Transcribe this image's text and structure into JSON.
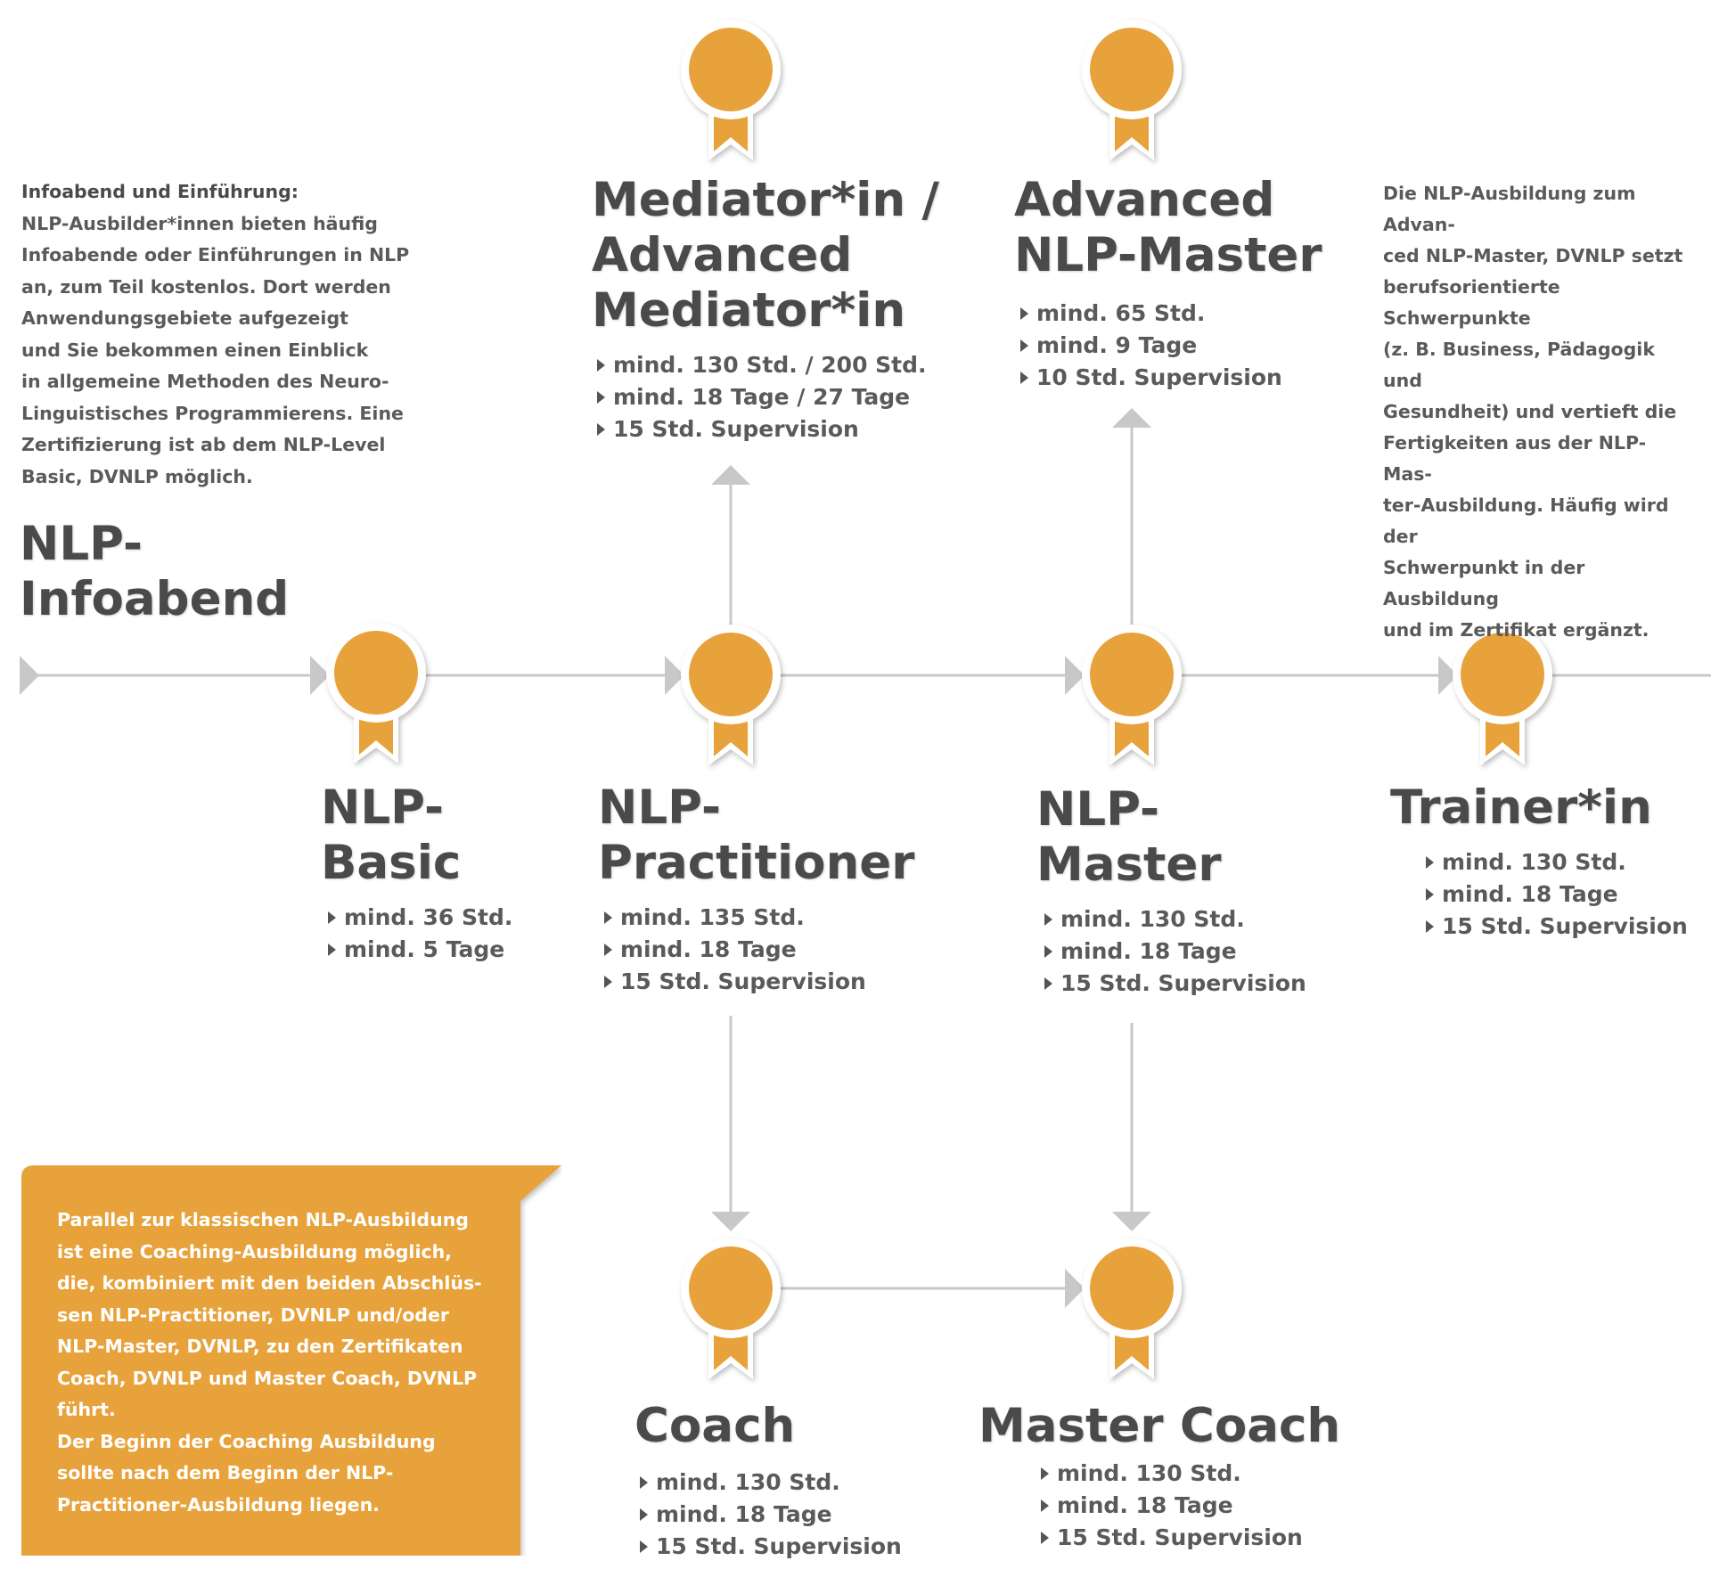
{
  "info_left": {
    "heading": "Infoabend und Einführung:",
    "lines": [
      "NLP-Ausbilder*innen bieten häufig",
      "Infoabende oder Einführungen in NLP",
      "an, zum Teil kostenlos. Dort werden",
      "Anwendungsgebiete aufgezeigt",
      "und Sie bekommen einen Einblick",
      "in allgemeine Methoden des Neuro-",
      "Linguistisches Programmierens. Eine",
      "Zertifizierung ist ab dem NLP-Level",
      "Basic, DVNLP möglich."
    ]
  },
  "info_right": {
    "lines": [
      "Die NLP-Ausbildung zum Advan-",
      "ced NLP-Master, DVNLP setzt",
      "berufsorientierte Schwerpunkte",
      "(z. B. Business, Pädagogik und",
      "Gesundheit) und vertieft die",
      "Fertigkeiten aus der NLP-Mas-",
      "ter-Ausbildung. Häufig wird der",
      "Schwerpunkt in der Ausbildung",
      "und im Zertifikat ergänzt."
    ]
  },
  "infoabend": {
    "title_lines": [
      "NLP-",
      "Infoabend"
    ]
  },
  "nodes": {
    "basic": {
      "title_lines": [
        "NLP-",
        "Basic"
      ],
      "facts": [
        "mind. 36 Std.",
        "mind. 5 Tage"
      ]
    },
    "practitioner": {
      "title_lines": [
        "NLP-",
        "Practitioner"
      ],
      "facts": [
        "mind. 135 Std.",
        "mind. 18 Tage",
        "15 Std. Supervision"
      ]
    },
    "master": {
      "title_lines": [
        "NLP-",
        "Master"
      ],
      "facts": [
        "mind. 130 Std.",
        "mind. 18 Tage",
        "15 Std. Supervision"
      ]
    },
    "trainer": {
      "title_lines": [
        "Trainer*in"
      ],
      "facts": [
        "mind. 130 Std.",
        "mind. 18 Tage",
        "15 Std. Supervision"
      ]
    },
    "mediator": {
      "title_lines": [
        "Mediator*in /",
        "Advanced",
        "Mediator*in"
      ],
      "facts": [
        "mind. 130 Std. / 200 Std.",
        "mind. 18 Tage / 27 Tage",
        "15 Std. Supervision"
      ]
    },
    "advanced_master": {
      "title_lines": [
        "Advanced",
        "NLP-Master"
      ],
      "facts": [
        "mind. 65 Std.",
        "mind. 9 Tage",
        "10 Std. Supervision"
      ]
    },
    "coach": {
      "title_lines": [
        "Coach"
      ],
      "facts": [
        "mind. 130 Std.",
        "mind. 18 Tage",
        "15 Std. Supervision"
      ]
    },
    "master_coach": {
      "title_lines": [
        "Master Coach"
      ],
      "facts": [
        "mind. 130 Std.",
        "mind. 18 Tage",
        "15 Std. Supervision"
      ]
    }
  },
  "coaching_note": {
    "lines": [
      "Parallel zur klassischen NLP-Ausbildung",
      "ist eine Coaching-Ausbildung möglich,",
      "die, kombiniert mit den beiden Abschlüs-",
      "sen NLP-Practitioner, DVNLP und/oder",
      "NLP-Master, DVNLP, zu den Zertifikaten",
      "Coach, DVNLP und Master Coach, DVNLP",
      "führt.",
      "Der Beginn der Coaching Ausbildung",
      "sollte nach dem Beginn der NLP-",
      "Practitioner-Ausbildung liegen."
    ]
  },
  "colors": {
    "medal": "#E8A23A",
    "ribbon": "#E8A23A",
    "line": "#c8c8c8",
    "arrow": "#c8c8c8",
    "text": "#4a4a4a",
    "note_bg": "#E8A23A"
  }
}
